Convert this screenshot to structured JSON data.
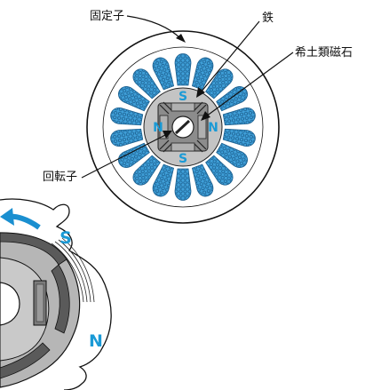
{
  "labels": {
    "stator": "固定子",
    "iron": "鉄",
    "magnet": "希土類磁石",
    "rotor": "回転子"
  },
  "poles": {
    "s_top": "S",
    "s_bottom": "S",
    "n_left": "N",
    "n_right": "N",
    "detail_s": "S",
    "detail_n": "N"
  },
  "colors": {
    "coil": "#3f9fd8",
    "coil_dark": "#1b5f8f",
    "pole_text": "#1a9ad6",
    "rotor_core": "#b8b8b8",
    "rotor_dark": "#5a5a5a",
    "arrow": "#1a8fd0"
  },
  "slot_count": 18
}
